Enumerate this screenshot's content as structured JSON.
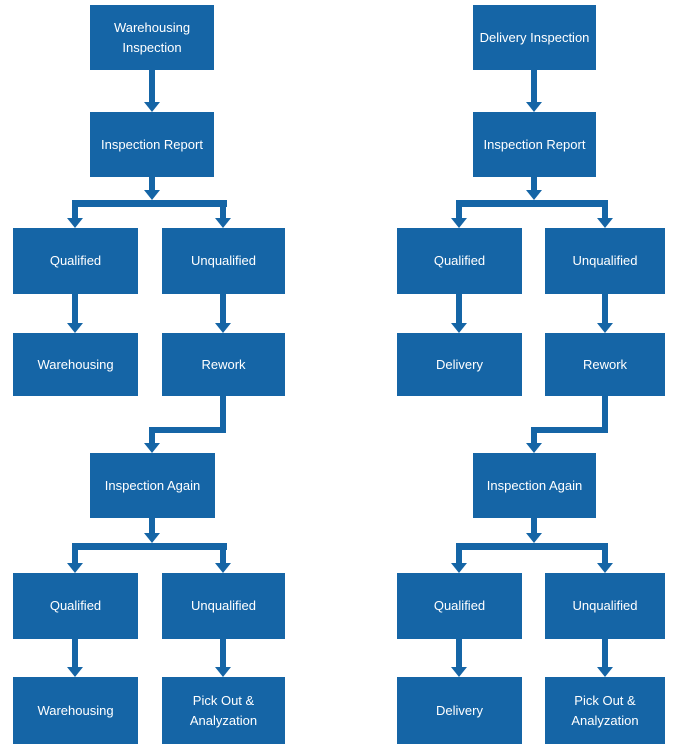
{
  "diagram": {
    "type": "flowchart",
    "box_fill_color": "#1565a6",
    "box_text_color": "#ffffff",
    "arrow_color": "#1565a6",
    "background_color": "#ffffff"
  },
  "left_flow": {
    "name": "warehousing-inspection-flow",
    "nodes": [
      {
        "id": "warehousing-inspection",
        "label": "Warehousing Inspection"
      },
      {
        "id": "inspection-report",
        "label": "Inspection Report"
      },
      {
        "id": "qualified-1",
        "label": "Qualified"
      },
      {
        "id": "unqualified-1",
        "label": "Unqualified"
      },
      {
        "id": "warehousing-1",
        "label": "Warehousing"
      },
      {
        "id": "rework",
        "label": "Rework"
      },
      {
        "id": "inspection-again",
        "label": "Inspection Again"
      },
      {
        "id": "qualified-2",
        "label": "Qualified"
      },
      {
        "id": "unqualified-2",
        "label": "Unqualified"
      },
      {
        "id": "warehousing-2",
        "label": "Warehousing"
      },
      {
        "id": "pick-out-analyzation",
        "label": "Pick Out & Analyzation"
      }
    ],
    "edges": [
      {
        "from": "warehousing-inspection",
        "to": "inspection-report"
      },
      {
        "from": "inspection-report",
        "to": "qualified-1"
      },
      {
        "from": "inspection-report",
        "to": "unqualified-1"
      },
      {
        "from": "qualified-1",
        "to": "warehousing-1"
      },
      {
        "from": "unqualified-1",
        "to": "rework"
      },
      {
        "from": "rework",
        "to": "inspection-again"
      },
      {
        "from": "inspection-again",
        "to": "qualified-2"
      },
      {
        "from": "inspection-again",
        "to": "unqualified-2"
      },
      {
        "from": "qualified-2",
        "to": "warehousing-2"
      },
      {
        "from": "unqualified-2",
        "to": "pick-out-analyzation"
      }
    ]
  },
  "right_flow": {
    "name": "delivery-inspection-flow",
    "nodes": [
      {
        "id": "delivery-inspection",
        "label": "Delivery Inspection"
      },
      {
        "id": "inspection-report",
        "label": "Inspection Report"
      },
      {
        "id": "qualified-1",
        "label": "Qualified"
      },
      {
        "id": "unqualified-1",
        "label": "Unqualified"
      },
      {
        "id": "delivery-1",
        "label": "Delivery"
      },
      {
        "id": "rework",
        "label": "Rework"
      },
      {
        "id": "inspection-again",
        "label": "Inspection Again"
      },
      {
        "id": "qualified-2",
        "label": "Qualified"
      },
      {
        "id": "unqualified-2",
        "label": "Unqualified"
      },
      {
        "id": "delivery-2",
        "label": "Delivery"
      },
      {
        "id": "pick-out-analyzation",
        "label": "Pick Out & Analyzation"
      }
    ],
    "edges": [
      {
        "from": "delivery-inspection",
        "to": "inspection-report"
      },
      {
        "from": "inspection-report",
        "to": "qualified-1"
      },
      {
        "from": "inspection-report",
        "to": "unqualified-1"
      },
      {
        "from": "qualified-1",
        "to": "delivery-1"
      },
      {
        "from": "unqualified-1",
        "to": "rework"
      },
      {
        "from": "rework",
        "to": "inspection-again"
      },
      {
        "from": "inspection-again",
        "to": "qualified-2"
      },
      {
        "from": "inspection-again",
        "to": "unqualified-2"
      },
      {
        "from": "qualified-2",
        "to": "delivery-2"
      },
      {
        "from": "unqualified-2",
        "to": "pick-out-analyzation"
      }
    ]
  }
}
